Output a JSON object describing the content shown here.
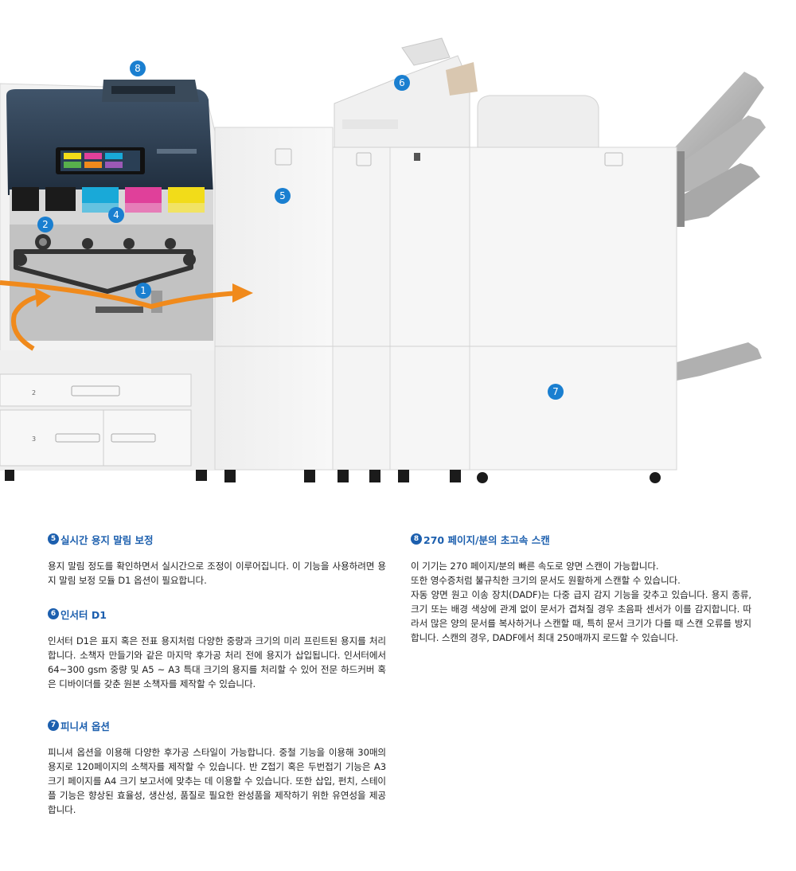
{
  "illustration": {
    "markers": [
      "1",
      "2",
      "4",
      "5",
      "6",
      "7",
      "8"
    ],
    "tray_labels": [
      "2",
      "3"
    ]
  },
  "sections": {
    "s5": {
      "badge": "5",
      "title": "실시간 용지 말림 보정",
      "body": "용지 말림 정도를 확인하면서 실시간으로 조정이 이루어집니다. 이 기능을 사용하려면 용지 말림 보정 모듈 D1 옵션이 필요합니다."
    },
    "s6": {
      "badge": "6",
      "title": "인서터 D1",
      "body": "인서터 D1은 표지 혹은 전표 용지처럼 다양한 중량과 크기의 미리 프린트된 용지를 처리합니다. 소책자 만들기와 같은 마지막 후가공 처리 전에 용지가 삽입됩니다. 인서터에서 64~300 gsm 중량 및 A5 ~ A3 특대 크기의 용지를 처리할 수 있어 전문 하드커버 혹은 디바이더를 갖춘 원본 소책자를 제작할 수 있습니다."
    },
    "s7": {
      "badge": "7",
      "title": "피니셔 옵션",
      "body": "피니셔 옵션을 이용해 다양한 후가공 스타일이 가능합니다. 중철 기능을 이용해 30매의 용지로 120페이지의 소책자를 제작할 수 있습니다. 반 Z접기 혹은 두번접기 기능은 A3 크기 페이지를 A4 크기 보고서에 맞추는 데 이용할 수 있습니다. 또한 삽입, 펀치, 스테이플 기능은 향상된 효율성, 생산성, 품질로 필요한 완성품을 제작하기 위한 유연성을 제공합니다."
    },
    "s8": {
      "badge": "8",
      "title": "270 페이지/분의 초고속 스캔",
      "para1": "이 기기는 270 페이지/분의 빠른 속도로 양면 스캔이 가능합니다.",
      "para2": "또한 영수증처럼 불규칙한 크기의 문서도 원활하게 스캔할 수 있습니다.",
      "para3": "자동 양면 원고 이송 장치(DADF)는 다중 급지 감지 기능을 갖추고 있습니다. 용지 종류, 크기 또는 배경 색상에 관계 없이 문서가 겹쳐질 경우 초음파 센서가 이를 감지합니다. 따라서 많은 양의 문서를 복사하거나 스캔할 때, 특히 문서 크기가 다를 때 스캔 오류를 방지합니다. 스캔의 경우, DADF에서 최대 250매까지 로드할 수 있습니다."
    }
  },
  "colors": {
    "accent_blue": "#1c5fae",
    "marker_blue": "#1a7fd0",
    "paper_path_orange": "#f08a1c",
    "toner_cyan": "#19a9d8",
    "toner_magenta": "#e0409a",
    "toner_yellow": "#f2dc19",
    "toner_black": "#1b1b1b"
  }
}
